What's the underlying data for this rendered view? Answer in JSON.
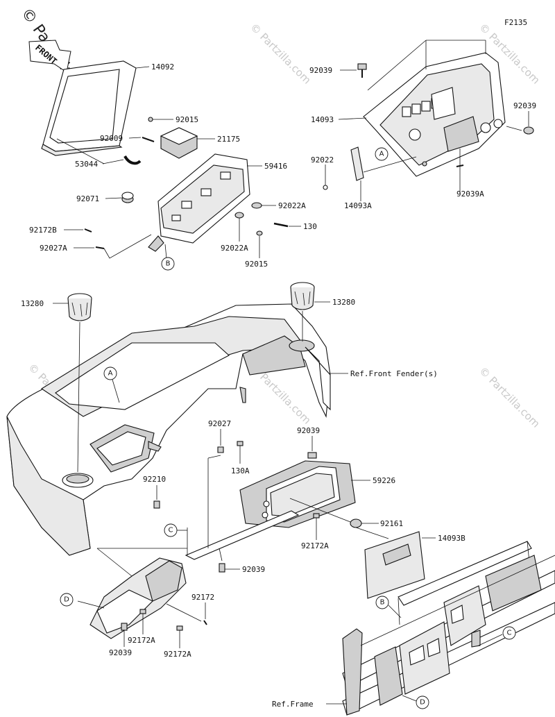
{
  "figure_code": "F2135",
  "watermark": {
    "logo_text": "© Partzilla.com",
    "repeat_text": "© Partzilla.com"
  },
  "front_arrow_label": "FRONT",
  "part_labels": {
    "p14092": "14092",
    "p92015_a": "92015",
    "p92009": "92009",
    "p21175": "21175",
    "p53044": "53044",
    "p59416": "59416",
    "p92071": "92071",
    "p92022A_a": "92022A",
    "p92172B": "92172B",
    "p130": "130",
    "p92027A": "92027A",
    "p92022A_b": "92022A",
    "p92015_b": "92015",
    "p92039_a": "92039",
    "p92039_b": "92039",
    "p14093": "14093",
    "p92022": "92022",
    "p14093A": "14093A",
    "p92039A": "92039A",
    "p13280_a": "13280",
    "p13280_b": "13280",
    "ref_front_fender": "Ref.Front Fender(s)",
    "p92027": "92027",
    "p92039_c": "92039",
    "p130A": "130A",
    "p59226": "59226",
    "p92210": "92210",
    "p92161": "92161",
    "p92172A_a": "92172A",
    "p14093B": "14093B",
    "p92039_d": "92039",
    "p92172": "92172",
    "p92172A_b": "92172A",
    "p92039_e": "92039",
    "p92172A_c": "92172A",
    "ref_frame": "Ref.Frame"
  },
  "callouts": {
    "A_top": "A",
    "B_top": "B",
    "A_mid": "A",
    "C_mid": "C",
    "D_left": "D",
    "B_frame": "B",
    "C_frame": "C",
    "D_frame": "D"
  }
}
